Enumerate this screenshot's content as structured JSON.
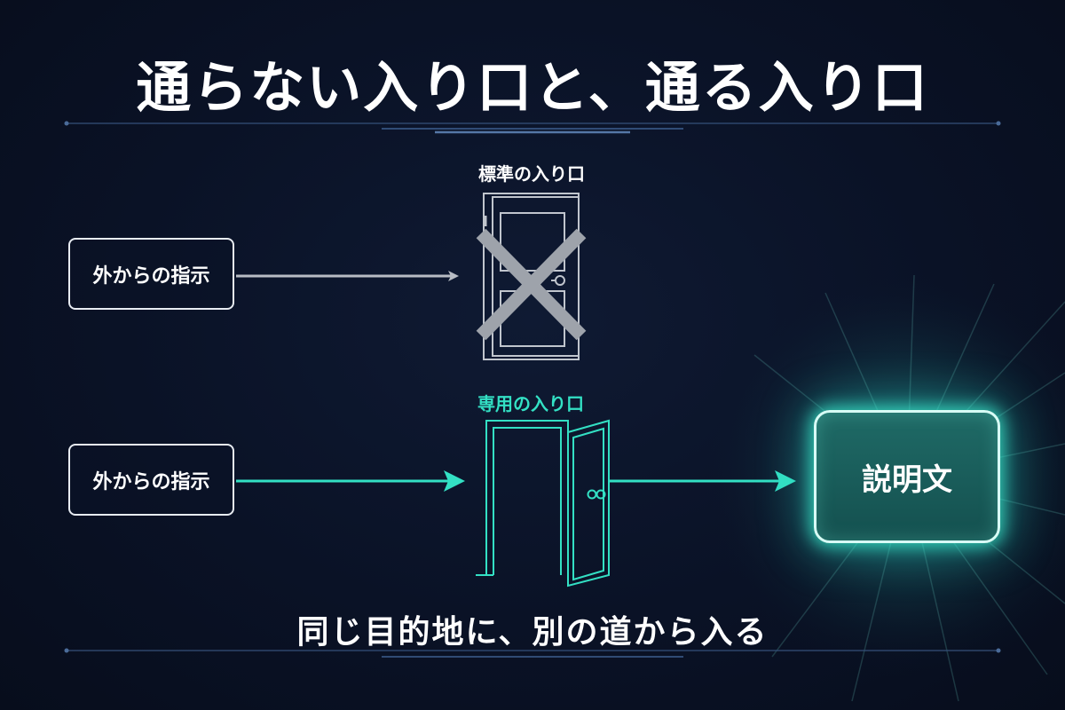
{
  "title": "通らない入り口と、通る入り口",
  "standard_door": {
    "label": "標準の入り口"
  },
  "special_door": {
    "label": "専用の入り口"
  },
  "top_instruction": {
    "label": "外からの指示"
  },
  "bottom_instruction": {
    "label": "外からの指示"
  },
  "destination": {
    "label": "説明文"
  },
  "footer": "同じ目的地に、別の道から入る",
  "colors": {
    "background": "#0a1226",
    "accent": "#33e0c4",
    "blocked_arrow": "#b8bcc4",
    "cross": "#9ea3ab"
  }
}
